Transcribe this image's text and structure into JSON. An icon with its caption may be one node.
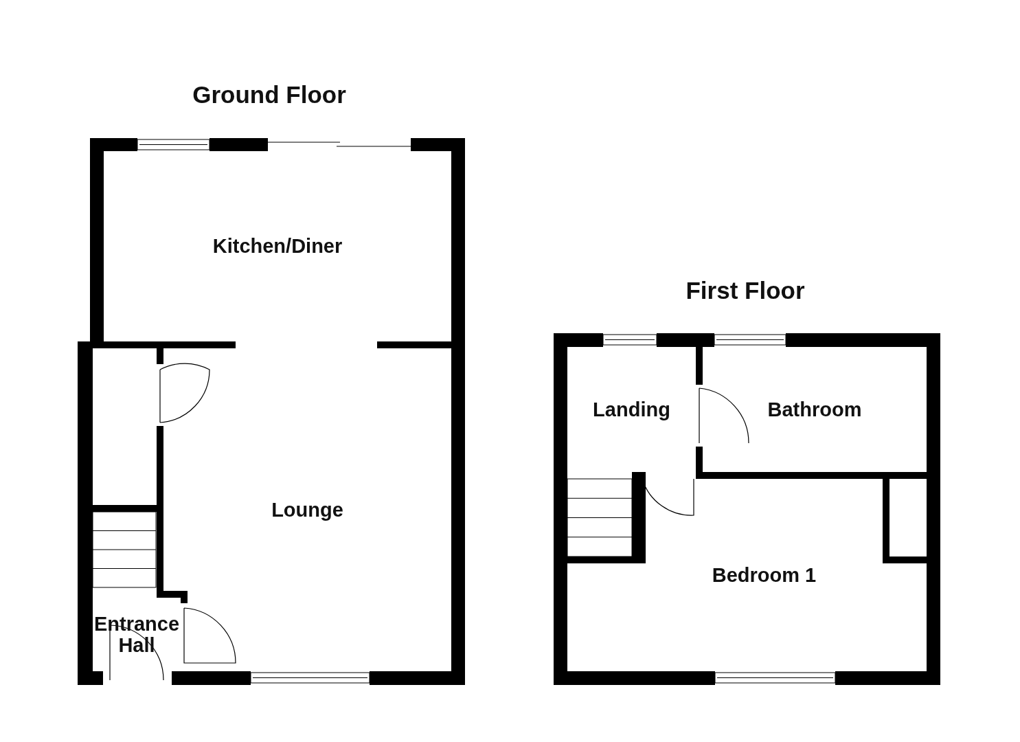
{
  "diagram": {
    "nodes": [
      {
        "text": [
          "Kitchen/Diner"
        ]
      },
      {
        "text": [
          "Lounge"
        ]
      },
      {
        "text": [
          "Entrance Hall"
        ]
      },
      {
        "text": [
          "Landing"
        ]
      },
      {
        "text": [
          "Bathroom"
        ]
      },
      {
        "text": [
          "Bedroom 1"
        ]
      }
    ],
    "edges": [],
    "labels": [
      "Ground Floor",
      "First Floor"
    ]
  }
}
